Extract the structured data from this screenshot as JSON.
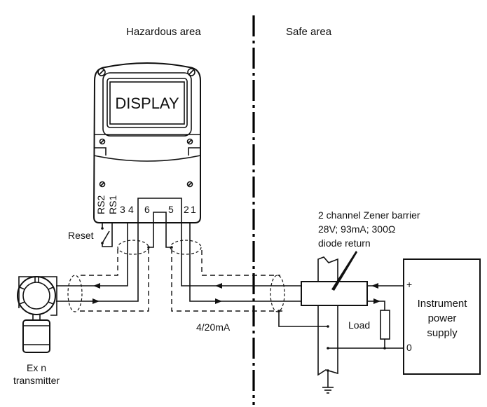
{
  "areas": {
    "hazardous_label": "Hazardous area",
    "safe_label": "Safe area"
  },
  "display_unit": {
    "screen_label": "DISPLAY",
    "terminals": {
      "rs2": "RS2",
      "rs1": "RS1",
      "t3": "3",
      "t4": "4",
      "t6": "6",
      "t5": "5",
      "t2": "2",
      "t1": "1"
    },
    "reset_label": "Reset"
  },
  "transmitter": {
    "label_line1": "Ex n",
    "label_line2": "transmitter"
  },
  "loop_signal_label": "4/20mA",
  "zener_barrier": {
    "line1": "2 channel Zener barrier",
    "line2": "28V; 93mA; 300Ω",
    "line3": "diode return"
  },
  "load_label": "Load",
  "power_supply": {
    "line1": "Instrument",
    "line2": "power",
    "line3": "supply",
    "plus_terminal": "+",
    "zero_terminal": "0"
  }
}
